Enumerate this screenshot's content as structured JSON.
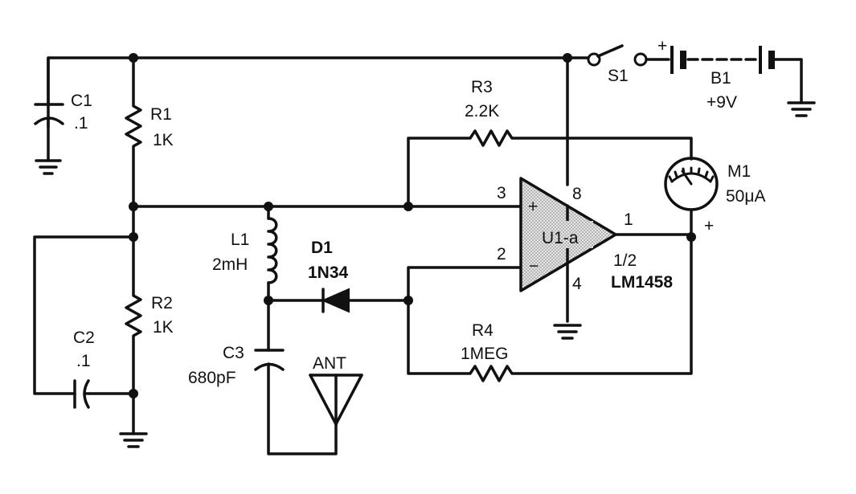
{
  "components": {
    "c1": {
      "ref": "C1",
      "value": ".1"
    },
    "r1": {
      "ref": "R1",
      "value": "1K"
    },
    "r2": {
      "ref": "R2",
      "value": "1K"
    },
    "c2": {
      "ref": "C2",
      "value": ".1"
    },
    "l1": {
      "ref": "L1",
      "value": "2mH"
    },
    "d1": {
      "ref": "D1",
      "value": "1N34"
    },
    "c3": {
      "ref": "C3",
      "value": "680pF"
    },
    "ant": {
      "ref": "ANT"
    },
    "r3": {
      "ref": "R3",
      "value": "2.2K"
    },
    "r4": {
      "ref": "R4",
      "value": "1MEG"
    },
    "s1": {
      "ref": "S1"
    },
    "b1": {
      "ref": "B1",
      "value": "+9V",
      "plus": "+"
    },
    "m1": {
      "ref": "M1",
      "value": "50μA",
      "plus": "+"
    },
    "u1": {
      "ref": "U1-a",
      "part_fraction": "1/2",
      "part": "LM1458",
      "pin_noninverting": "3",
      "pin_inverting": "2",
      "pin_vplus": "8",
      "pin_gnd": "4",
      "pin_out": "1",
      "sign_plus": "+",
      "sign_minus": "−"
    }
  },
  "colors": {
    "ink": "#111111",
    "opamp_fill": "#cfcfcf",
    "background": "#ffffff"
  }
}
